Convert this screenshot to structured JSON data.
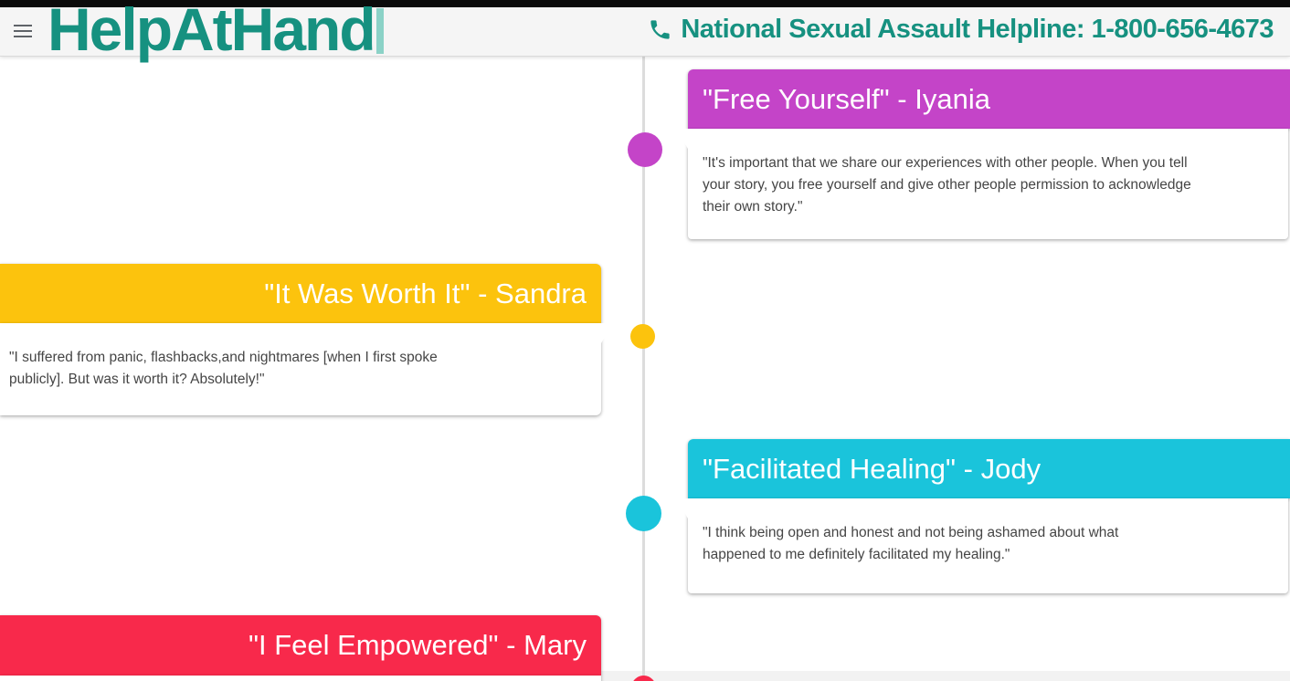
{
  "header": {
    "logo_text": "HelpAtHand",
    "helpline_label": "National Sexual Assault Helpline: 1-800-656-4673",
    "menu_icon": "hamburger-menu-icon",
    "phone_icon": "phone-icon"
  },
  "colors": {
    "brand_teal": "#169180",
    "logo_cursor_teal": "#8bd2c7",
    "timeline_line": "#dcdcdc",
    "appbar_bg": "#f5f5f5",
    "top_strip": "#0b0b0b",
    "quote_text": "#454545"
  },
  "timeline": {
    "items": [
      {
        "side": "right",
        "color": "#c444c8",
        "title": "\"Free Yourself\" - Iyania",
        "quote": "\"It's important that we share our experiences with other people. When you tell your story, you free yourself and give other people permission to acknowledge their own story.\""
      },
      {
        "side": "left",
        "color": "#fcc30d",
        "title": "\"It Was Worth It\" - Sandra",
        "quote": "\"I suffered from panic, flashbacks,and nightmares [when I first spoke publicly]. But was it worth it? Absolutely!\""
      },
      {
        "side": "right",
        "color": "#1ac4db",
        "title": "\"Facilitated Healing\" - Jody",
        "quote": "\"I think being open and honest and not being ashamed about what happened to me definitely facilitated my healing.\""
      },
      {
        "side": "left",
        "color": "#f8294b",
        "title": "\"I Feel Empowered\" - Mary",
        "quote": ""
      }
    ]
  }
}
